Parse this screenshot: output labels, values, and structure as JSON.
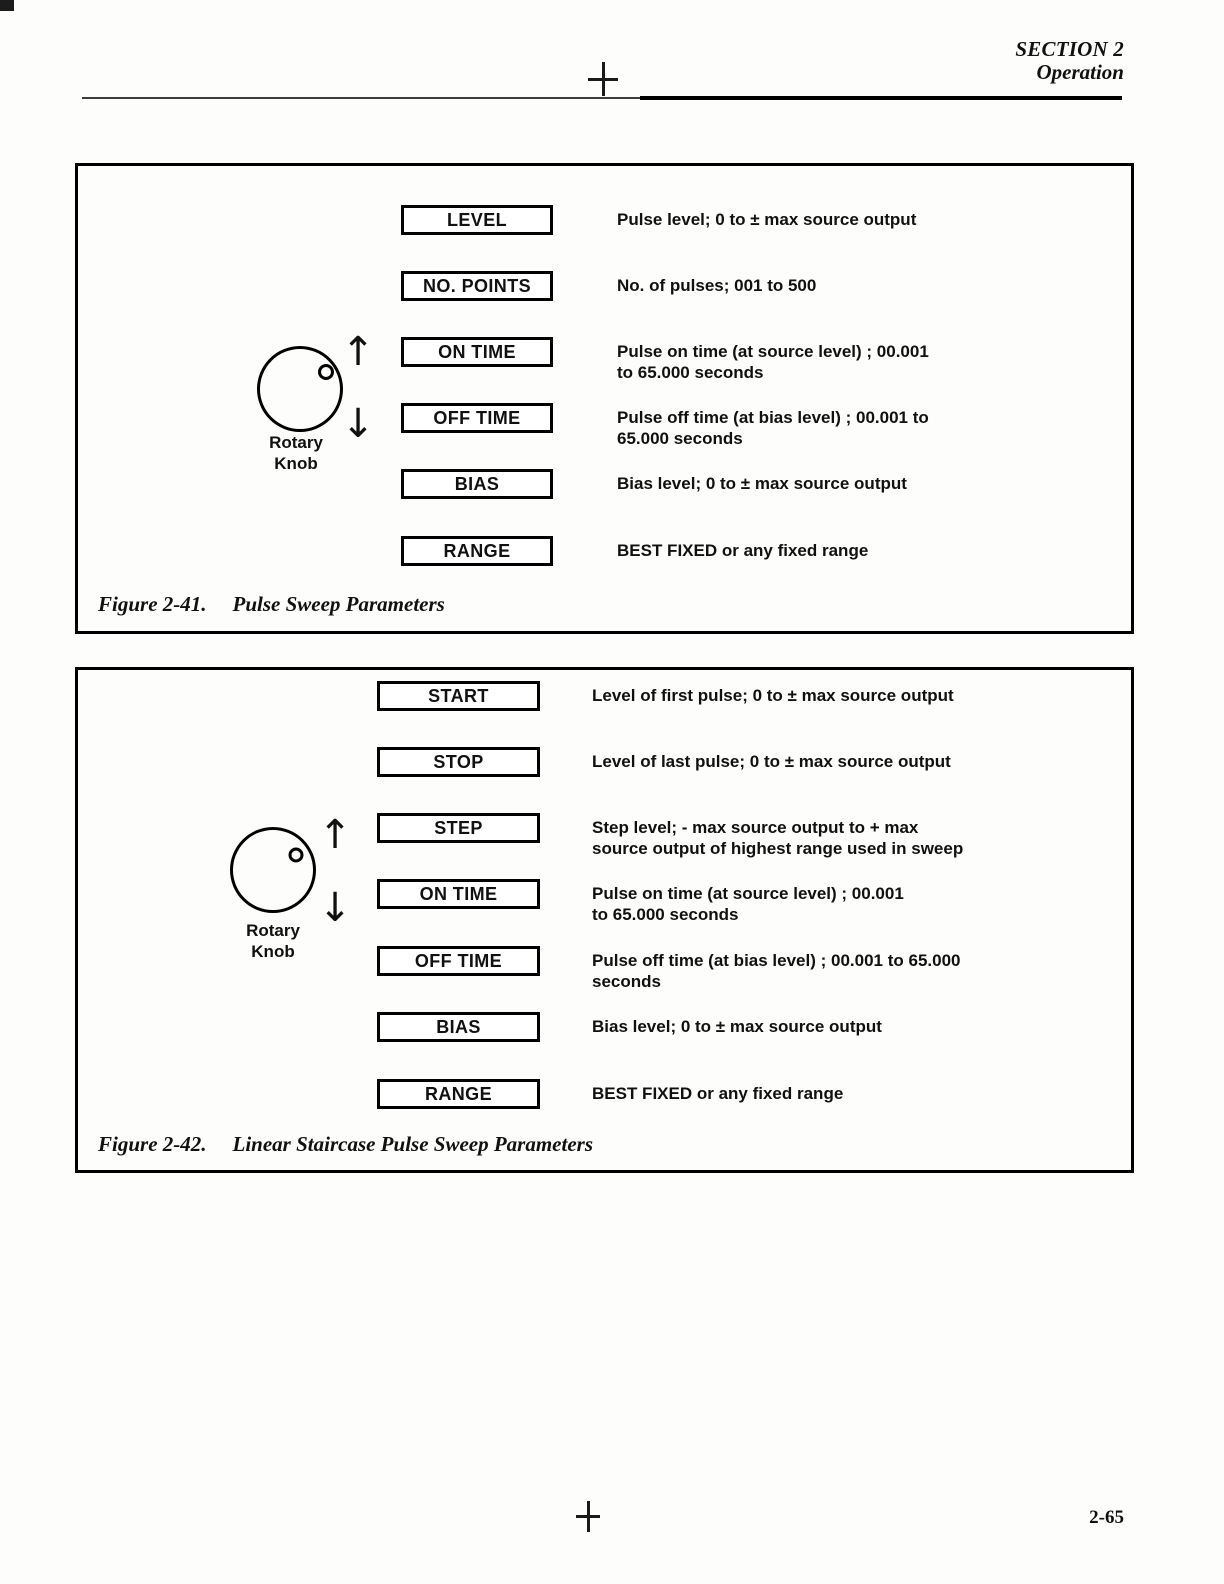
{
  "page": {
    "section": "SECTION 2",
    "section_subtitle": "Operation",
    "page_number": "2-65"
  },
  "icons": {
    "registration_mark": "plus-cross",
    "rotary_knob": "circle-with-indicator-dot"
  },
  "figures": [
    {
      "caption_label": "Figure 2-41.",
      "caption_title": "Pulse Sweep Parameters",
      "knob": {
        "up_arrow": "↑",
        "down_arrow": "↓",
        "label_line1": "Rotary",
        "label_line2": "Knob"
      },
      "rows": [
        {
          "label": "LEVEL",
          "desc": "Pulse level; 0 to ± max source output"
        },
        {
          "label": "NO. POINTS",
          "desc": "No. of pulses; 001 to 500"
        },
        {
          "label": "ON TIME",
          "desc": "Pulse on time (at source level) ; 00.001\nto 65.000 seconds"
        },
        {
          "label": "OFF TIME",
          "desc": "Pulse off time (at bias level) ; 00.001 to\n65.000 seconds"
        },
        {
          "label": "BIAS",
          "desc": "Bias level; 0 to ± max source output"
        },
        {
          "label": "RANGE",
          "desc": "BEST FIXED or any fixed range"
        }
      ]
    },
    {
      "caption_label": "Figure 2-42.",
      "caption_title": "Linear Staircase Pulse Sweep Parameters",
      "knob": {
        "up_arrow": "↑",
        "down_arrow": "↓",
        "label_line1": "Rotary",
        "label_line2": "Knob"
      },
      "rows": [
        {
          "label": "START",
          "desc": "Level of first pulse; 0 to ± max source output"
        },
        {
          "label": "STOP",
          "desc": "Level of last pulse; 0 to ± max source output"
        },
        {
          "label": "STEP",
          "desc": "Step level; - max source output to + max\nsource output of highest range used in sweep"
        },
        {
          "label": "ON TIME",
          "desc": "Pulse on time (at source level) ; 00.001\nto 65.000 seconds"
        },
        {
          "label": "OFF TIME",
          "desc": "Pulse off time (at bias level) ; 00.001 to 65.000\nseconds"
        },
        {
          "label": "BIAS",
          "desc": "Bias level; 0 to ± max source output"
        },
        {
          "label": "RANGE",
          "desc": "BEST FIXED or any fixed range"
        }
      ]
    }
  ]
}
